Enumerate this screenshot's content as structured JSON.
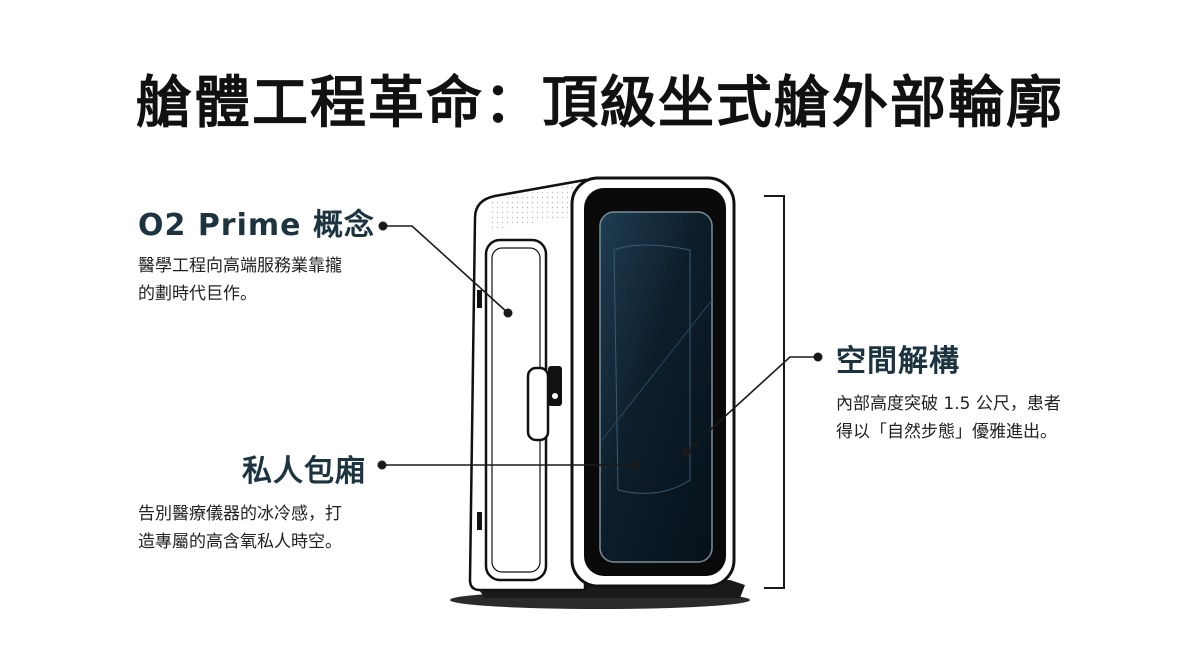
{
  "title": "艙體工程革命：頂級坐式艙外部輪廓",
  "callouts": {
    "o2_prime": {
      "heading": "O2 Prime 概念",
      "desc": [
        "醫學工程向高端服務業靠攏",
        "的劃時代巨作。"
      ]
    },
    "space": {
      "heading": "空間解構",
      "desc": [
        "內部高度突破 1.5 公尺，患者",
        "得以「自然步態」優雅進出。"
      ]
    },
    "private_room": {
      "heading": "私人包廂",
      "desc": [
        "告別醫療儀器的冰冷感，打",
        "造專屬的高含氧私人時空。"
      ]
    }
  },
  "colors": {
    "heading": "#1c3440",
    "glass": "#0d1e2b",
    "frame": "#111111",
    "line": "#1a1a1a"
  },
  "icons": [
    "pod-illustration",
    "door-handle-icon",
    "bracket-icon"
  ]
}
